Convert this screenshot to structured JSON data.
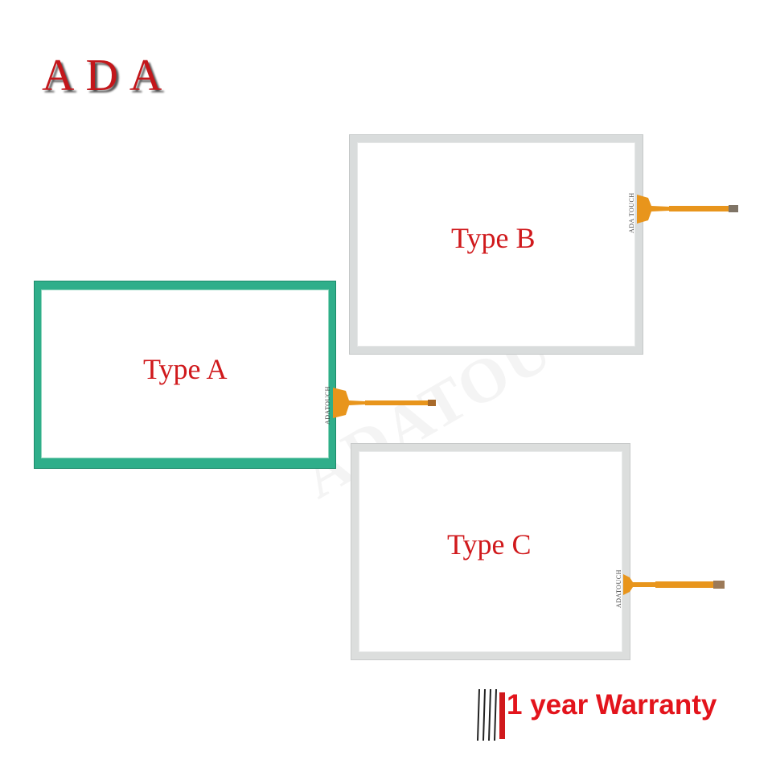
{
  "brand": {
    "logo_text": "ADA",
    "logo_color": "#c3171b"
  },
  "watermark": {
    "text": "ADATOUCH"
  },
  "panels": [
    {
      "label": "Type A",
      "tag": "ADATOUCH",
      "frame_color": "#2fae8a"
    },
    {
      "label": "Type B",
      "tag": "ADA TOUCH",
      "frame_color": "#d9dcdc"
    },
    {
      "label": "Type C",
      "tag": "ADATOUCH",
      "frame_color": "#dcdedd"
    }
  ],
  "warranty": {
    "text": "1 year Warranty",
    "text_color": "#e3141c"
  },
  "colors": {
    "label_red": "#d0191c",
    "flex_cable": "#e8951c"
  }
}
